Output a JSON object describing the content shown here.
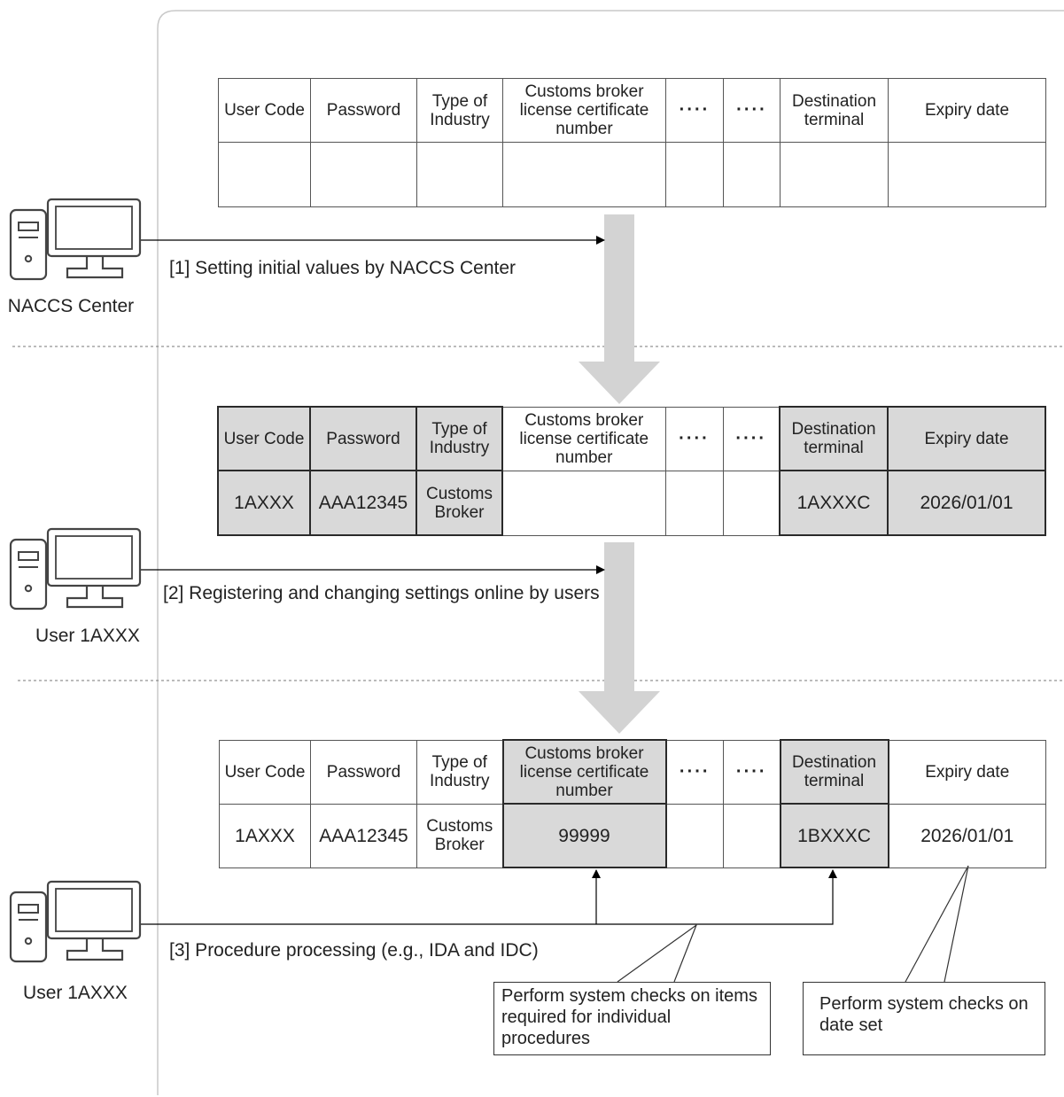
{
  "columns": {
    "user_code": "User Code",
    "password": "Password",
    "type_of_industry": "Type of Industry",
    "broker_license": "Customs broker license certificate number",
    "ellipsis": "····",
    "destination_terminal": "Destination terminal",
    "expiry_date": "Expiry date"
  },
  "actors": {
    "naccs": "NACCS Center",
    "user_1": "User 1AXXX",
    "user_2": "User 1AXXX"
  },
  "steps": {
    "step1": "[1] Setting initial values by NACCS Center",
    "step2": "[2] Registering and changing settings online by users",
    "step3": "[3] Procedure processing (e.g., IDA and IDC)"
  },
  "table2_values": {
    "user_code": "1AXXX",
    "password": "AAA12345",
    "type_of_industry": "Customs Broker",
    "broker_license": "",
    "destination_terminal": "1AXXXC",
    "expiry_date": "2026/01/01"
  },
  "table3_values": {
    "user_code": "1AXXX",
    "password": "AAA12345",
    "type_of_industry": "Customs Broker",
    "broker_license": "99999",
    "destination_terminal": "1BXXXC",
    "expiry_date": "2026/01/01"
  },
  "notes": {
    "items_check": "Perform system checks on items required for individual procedures",
    "date_check": "Perform system checks on date set"
  },
  "colors": {
    "highlight": "#d9d9d9",
    "flow_arrow": "#d3d3d3"
  }
}
